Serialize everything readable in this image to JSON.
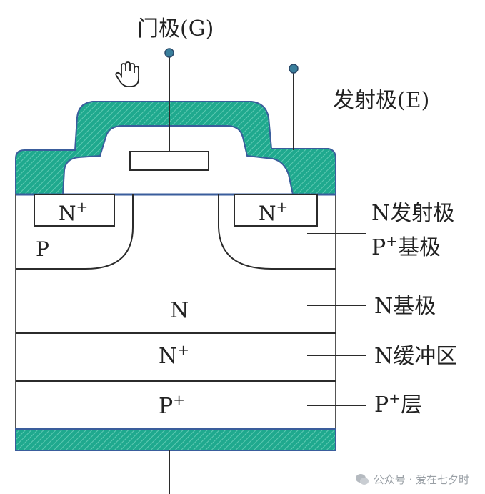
{
  "diagram": {
    "gate_label": "门极(G)",
    "emitter_label": "发射极(E)",
    "region_labels": {
      "n_plus_left": "N",
      "n_plus_right": "N",
      "plus": "+",
      "p_left": "P",
      "n_base": "N",
      "n_buffer": "N",
      "p_plus_layer": "P"
    },
    "layer_labels": {
      "n_emitter": "N发射极",
      "p_base_sup": "+",
      "p_base_prefix": "P",
      "p_base_suffix": "基极",
      "n_base": "N基极",
      "n_buffer": "N缓冲区",
      "p_layer_prefix": "P",
      "p_layer_suffix": "层"
    }
  },
  "watermark": {
    "text": "公众号 · 爱在七夕时"
  },
  "colors": {
    "metal": "#1fa98e",
    "outline": "#3a5d9c",
    "line": "#2b2b2b"
  }
}
